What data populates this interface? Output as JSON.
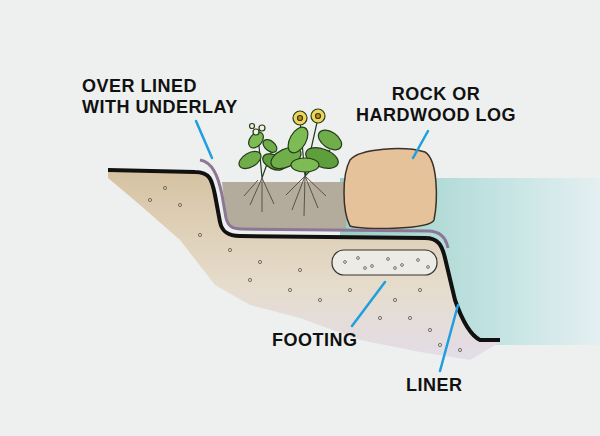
{
  "diagram": {
    "labels": [
      "OVER LINED WITH UNDERLAY",
      "ROCK OR HARDWOOD LOG",
      "FOOTING",
      "LINER"
    ]
  }
}
